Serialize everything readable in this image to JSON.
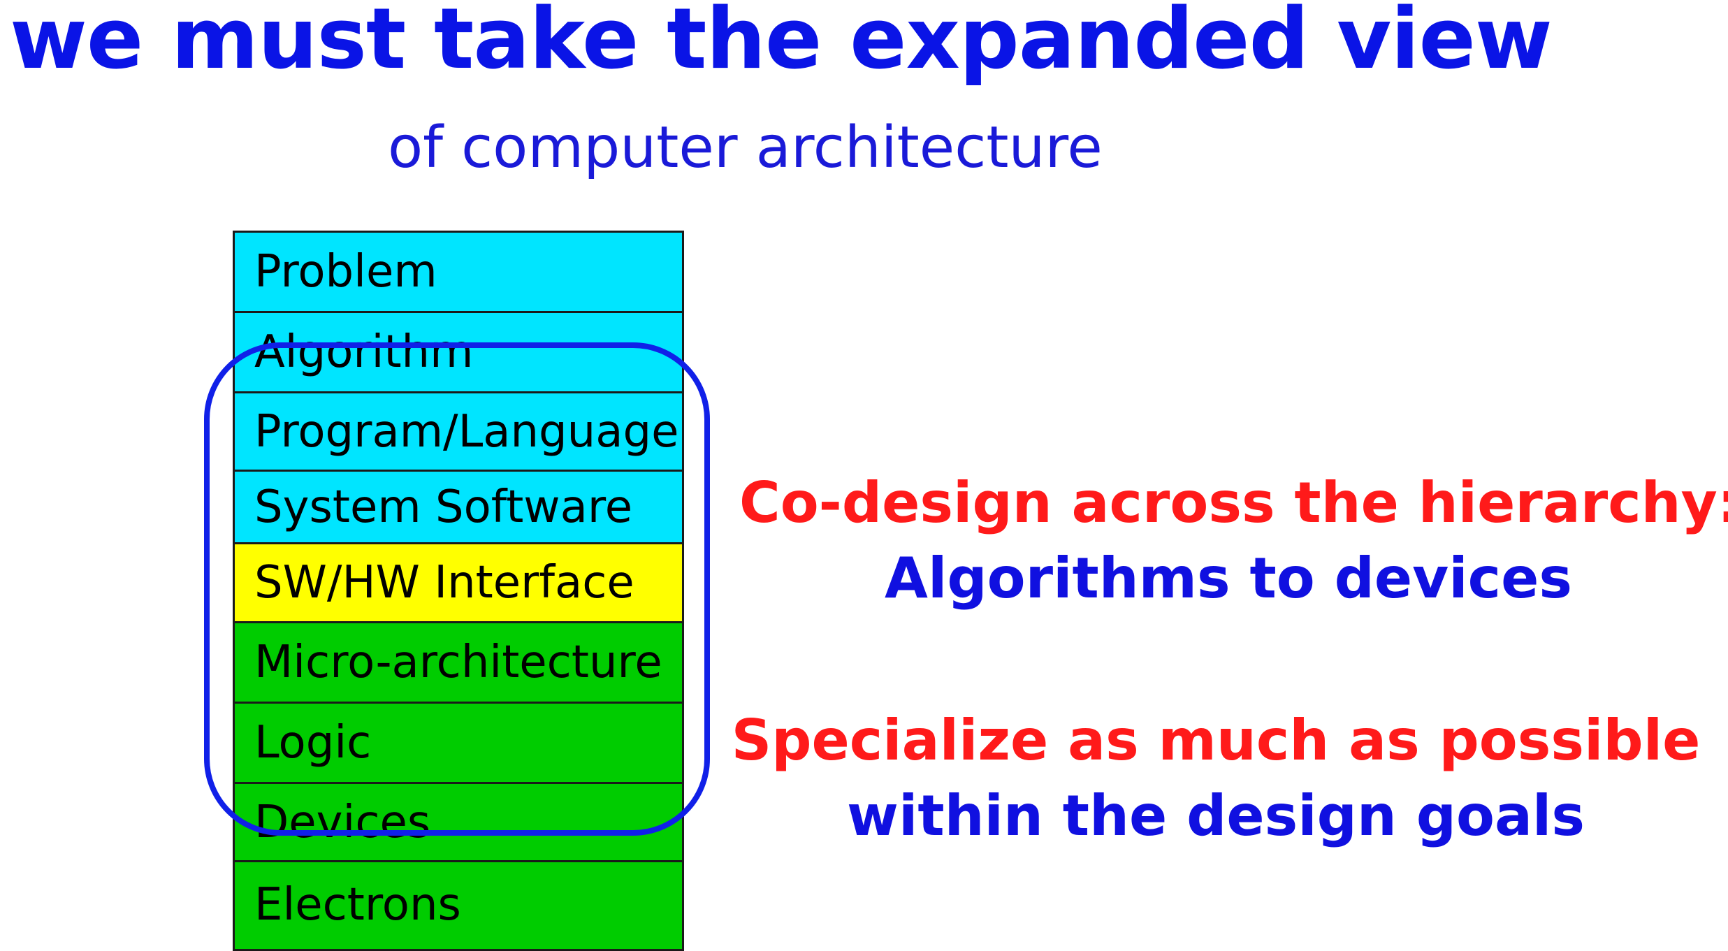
{
  "heading": {
    "title": "we must take the expanded view",
    "subtitle": "of computer architecture"
  },
  "stack": {
    "layers": [
      {
        "label": "Problem",
        "color": "#00e5ff"
      },
      {
        "label": "Algorithm",
        "color": "#00e5ff"
      },
      {
        "label": "Program/Language",
        "color": "#00e5ff"
      },
      {
        "label": "System Software",
        "color": "#00e5ff"
      },
      {
        "label": "SW/HW Interface",
        "color": "#ffff00"
      },
      {
        "label": "Micro-architecture",
        "color": "#00cc00"
      },
      {
        "label": "Logic",
        "color": "#00cc00"
      },
      {
        "label": "Devices",
        "color": "#00cc00"
      },
      {
        "label": "Electrons",
        "color": "#00cc00"
      }
    ]
  },
  "notes": {
    "codesign_line1": "Co-design across the hierarchy:",
    "codesign_line2": "Algorithms to devices",
    "specialize_line1": "Specialize as much as possible",
    "specialize_line2": "within the design goals"
  },
  "colors": {
    "title_blue": "#0a14e6",
    "note_red": "#ff1a1a",
    "note_blue": "#1010e0",
    "ring_blue": "#1020e8"
  }
}
